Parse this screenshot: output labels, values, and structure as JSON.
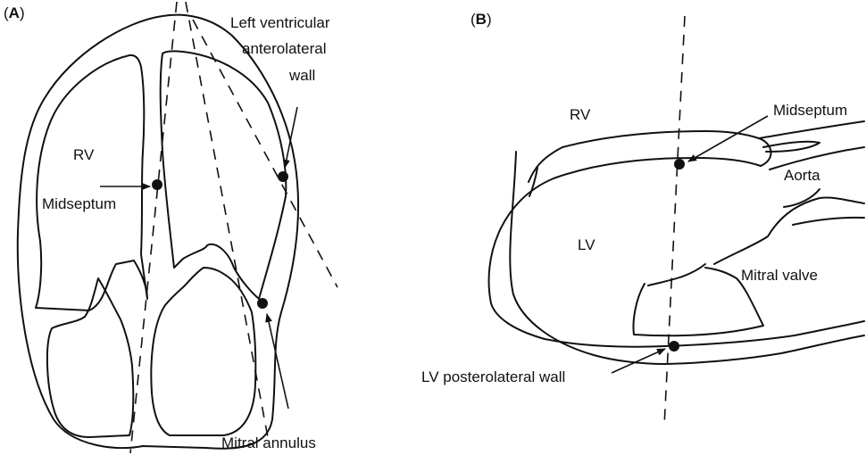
{
  "panel_a": {
    "tag_open": "(",
    "tag_letter": "A",
    "tag_close": ")",
    "labels": {
      "rv": "RV",
      "midseptum": "Midseptum",
      "anterolateral_line1": "Left ventricular",
      "anterolateral_line2": "anterolateral",
      "anterolateral_line3": "wall",
      "mitral_annulus": "Mitral annulus"
    }
  },
  "panel_b": {
    "tag_open": "(",
    "tag_letter": "B",
    "tag_close": ")",
    "labels": {
      "rv": "RV",
      "midseptum": "Midseptum",
      "aorta": "Aorta",
      "lv": "LV",
      "mitral_valve": "Mitral valve",
      "lv_posterolateral": "LV posterolateral wall"
    }
  }
}
